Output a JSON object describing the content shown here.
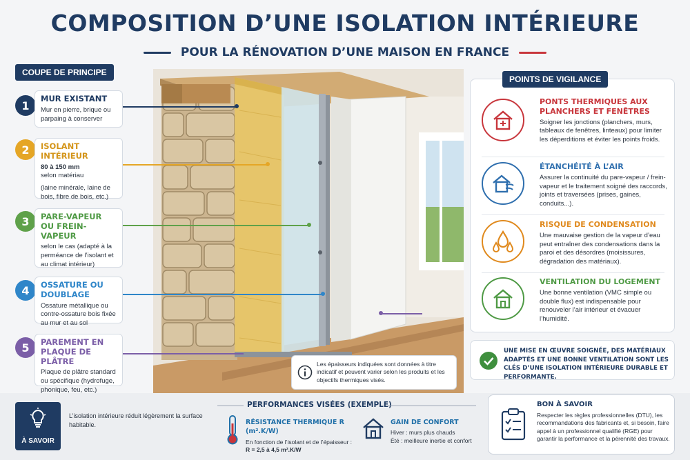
{
  "header": {
    "title": "COMPOSITION D’UNE ISOLATION INTÉRIEURE",
    "subtitle": "POUR LA RÉNOVATION D’UNE MAISON EN FRANCE"
  },
  "coupe_label": "COUPE DE PRINCIPE",
  "layers": [
    {
      "num": "1",
      "title": "MUR EXISTANT",
      "body": "Mur en pierre, brique ou parpaing à conserver",
      "color": "#1f3b62"
    },
    {
      "num": "2",
      "title": "ISOLANT INTÉRIEUR",
      "value": "80 à 150 mm",
      "body": "selon matériau",
      "extra": "(laine minérale, laine de bois, fibre de bois, etc.)",
      "color": "#e5a626"
    },
    {
      "num": "3",
      "title": "PARE-VAPEUR OU FREIN-VAPEUR",
      "body": "selon le cas (adapté à la perméance de l’isolant et au climat intérieur)",
      "color": "#5fa14a"
    },
    {
      "num": "4",
      "title": "OSSATURE OU DOUBLAGE",
      "body": "Ossature métallique ou contre-ossature bois fixée au mur et au sol",
      "color": "#2f86c9"
    },
    {
      "num": "5",
      "title": "PAREMENT EN PLAQUE DE PLÂTRE",
      "body": "Plaque de plâtre standard ou spécifique (hydrofuge, phonique, feu, etc.)",
      "color": "#7b5ea7"
    }
  ],
  "vigilance": {
    "label": "POINTS DE VIGILANCE",
    "items": [
      {
        "title": "PONTS THERMIQUES AUX PLANCHERS ET FENÊTRES",
        "body": "Soigner les jonctions (planchers, murs, tableaux de fenêtres, linteaux) pour limiter les déperditions et éviter les points froids.",
        "color": "#c8363c",
        "icon": "house-thermal-bridge-icon"
      },
      {
        "title": "ÉTANCHÉITÉ À L’AIR",
        "body": "Assurer la continuité du pare-vapeur / frein-vapeur et le traitement soigné des raccords, joints et traversées (prises, gaines, conduits...).",
        "color": "#2f6fae",
        "icon": "house-airtight-icon"
      },
      {
        "title": "RISQUE DE CONDENSATION",
        "body": "Une mauvaise gestion de la vapeur d’eau peut entraîner des condensations dans la paroi et des désordres (moisissures, dégradation des matériaux).",
        "color": "#e08a1e",
        "icon": "water-drops-icon"
      },
      {
        "title": "VENTILATION DU LOGEMENT",
        "body": "Une bonne ventilation (VMC simple ou double flux) est indispensable pour renouveler l’air intérieur et évacuer l’humidité.",
        "color": "#4f9a45",
        "icon": "house-ventilation-icon"
      }
    ]
  },
  "summary": "UNE MISE EN ŒUVRE SOIGNÉE, DES MATÉRIAUX ADAPTÉS ET UNE BONNE VENTILATION SONT LES CLÉS D’UNE ISOLATION INTÉRIEURE DURABLE ET PERFORMANTE.",
  "note": "Les épaisseurs indiquées sont données à titre indicatif et peuvent varier selon les produits et les objectifs thermiques visés.",
  "savoir": {
    "label": "À SAVOIR",
    "text": "L’isolation intérieure réduit légèrement la surface habitable."
  },
  "performances": {
    "title": "PERFORMANCES VISÉES (EXEMPLE)",
    "resistance_title": "RÉSISTANCE THERMIQUE R (m².K/W)",
    "resistance_body": "En fonction de l’isolant et de l’épaisseur :",
    "resistance_value": "R = 2,5 à 4,5 m².K/W",
    "confort_title": "GAIN DE CONFORT",
    "confort_winter": "Hiver : murs plus chauds",
    "confort_summer": "Été : meilleure inertie et confort"
  },
  "bon_savoir": {
    "title": "BON À SAVOIR",
    "text": "Respecter les règles professionnelles (DTU), les recommandations des fabricants et, si besoin, faire appel à un professionnel qualifié (RGE) pour garantir la performance et la pérennité des travaux."
  }
}
